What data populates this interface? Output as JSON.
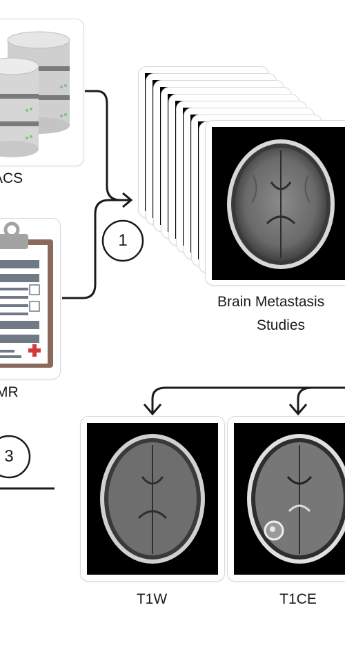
{
  "sources": {
    "pacs_label": "ACS",
    "emr_label": "MR"
  },
  "steps": {
    "step1": "1",
    "step3": "3"
  },
  "studies": {
    "label_line1": "Brain Metastasis",
    "label_line2": "Studies"
  },
  "sequences": [
    {
      "label": "T1W"
    },
    {
      "label": "T1CE"
    }
  ],
  "colors": {
    "card_border": "#d9d9d9",
    "arrow": "#1a1a1a",
    "db_fill": "#d4d4d4",
    "db_led": "#7cc47c",
    "clipboard_board": "#8a6a5c",
    "clipboard_clip": "#9a9a9a",
    "form_bar": "#6f7a86",
    "cross": "#d33a3a"
  },
  "icons": [
    "database-icon",
    "clipboard-icon",
    "mri-slice-icon",
    "arrow-icon"
  ]
}
